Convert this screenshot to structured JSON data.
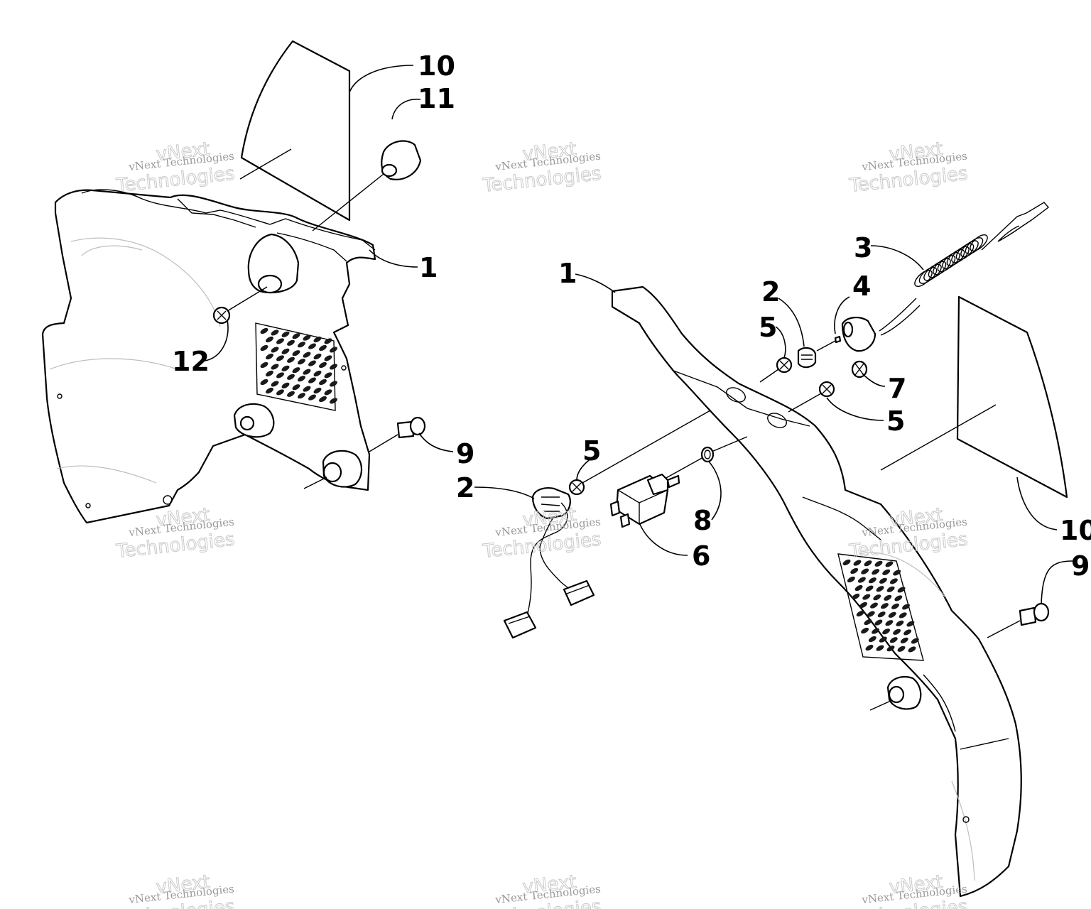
{
  "watermark": {
    "line1": "vNext Technologies",
    "line2a": "vNext",
    "line2b": "Technologies"
  },
  "callouts": {
    "left_10": "10",
    "left_11": "11",
    "left_1": "1",
    "left_12": "12",
    "left_9": "9",
    "right_1": "1",
    "right_2_top": "2",
    "right_3": "3",
    "right_4": "4",
    "right_5_top": "5",
    "right_7": "7",
    "right_5_mid": "5",
    "right_5_low": "5",
    "right_2_low": "2",
    "right_8": "8",
    "right_6": "6",
    "right_10": "10",
    "right_9": "9"
  }
}
